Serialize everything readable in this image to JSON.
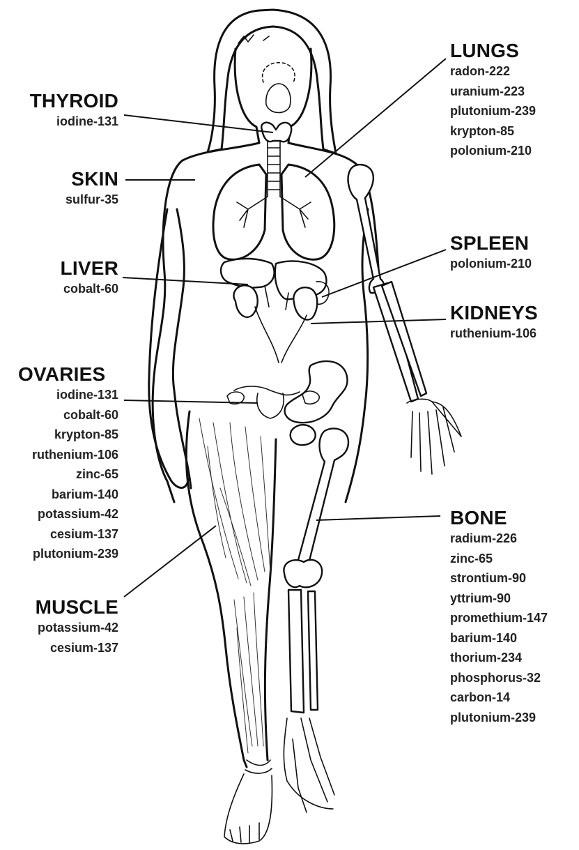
{
  "labels": {
    "thyroid": {
      "title": "THYROID",
      "isotopes": [
        "iodine-131"
      ]
    },
    "skin": {
      "title": "SKIN",
      "isotopes": [
        "sulfur-35"
      ]
    },
    "liver": {
      "title": "LIVER",
      "isotopes": [
        "cobalt-60"
      ]
    },
    "ovaries": {
      "title": "OVARIES",
      "isotopes": [
        "iodine-131",
        "cobalt-60",
        "krypton-85",
        "ruthenium-106",
        "zinc-65",
        "barium-140",
        "potassium-42",
        "cesium-137",
        "plutonium-239"
      ]
    },
    "muscle": {
      "title": "MUSCLE",
      "isotopes": [
        "potassium-42",
        "cesium-137"
      ]
    },
    "lungs": {
      "title": "LUNGS",
      "isotopes": [
        "radon-222",
        "uranium-223",
        "plutonium-239",
        "krypton-85",
        "polonium-210"
      ]
    },
    "spleen": {
      "title": "SPLEEN",
      "isotopes": [
        "polonium-210"
      ]
    },
    "kidneys": {
      "title": "KIDNEYS",
      "isotopes": [
        "ruthenium-106"
      ]
    },
    "bone": {
      "title": "BONE",
      "isotopes": [
        "radium-226",
        "zinc-65",
        "strontium-90",
        "yttrium-90",
        "promethium-147",
        "barium-140",
        "thorium-234",
        "phosphorus-32",
        "carbon-14",
        "plutonium-239"
      ]
    }
  },
  "colors": {
    "ink": "#111111",
    "background": "#ffffff"
  }
}
